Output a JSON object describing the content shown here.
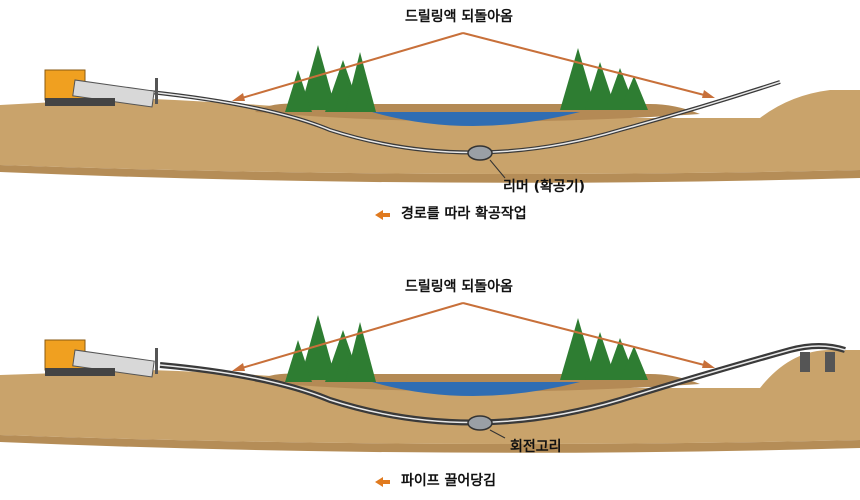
{
  "panels": [
    {
      "return_label": "드릴링액 되돌아옴",
      "tool_label": "리머 (확공기)",
      "caption": "경로를 따라 확공작업"
    },
    {
      "return_label": "드릴링액 되돌아옴",
      "tool_label": "회전고리",
      "caption": "파이프 끌어당김"
    }
  ],
  "colors": {
    "ground": "#c9a36b",
    "ground_dark": "#a9834f",
    "water": "#2f6db3",
    "tree": "#2e7d32",
    "rig": "#f0a020",
    "arrow": "#c8703a",
    "pipe": "#3a3a3a"
  }
}
